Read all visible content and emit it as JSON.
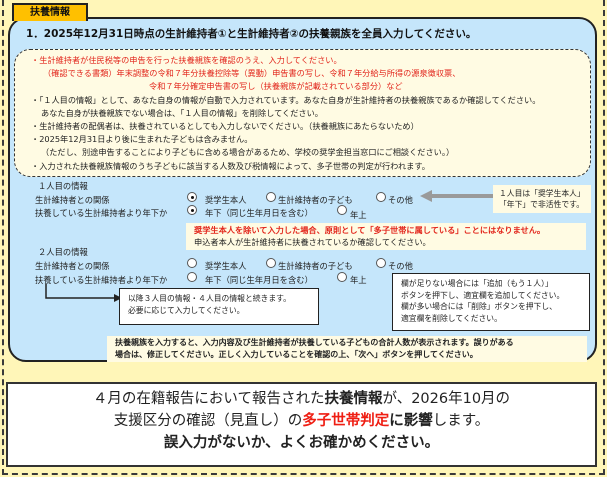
{
  "tab": {
    "label": "扶養情報"
  },
  "panel": {
    "title": "1．2025年12月31日時点の生計維持者①と生計維持者②の扶養親族を全員入力してください。"
  },
  "notes": {
    "lines": [
      "・生計維持者が住民税等の申告を行った扶養親族を確認のうえ、入力してください。",
      "（確認できる書類）年末調整の令和７年分扶養控除等（異動）申告書の写し、令和７年分給与所得の源泉徴収票、",
      "令和７年分確定申告書の写し（扶養親族が記載されている部分）など",
      "・「１人目の情報」として、あなた自身の情報が自動で入力されています。あなた自身が生計維持者の扶養親族であるか確認してください。",
      "あなた自身が扶養親族でない場合は、「１人目の情報」を削除してください。",
      "・生計維持者の配偶者は、扶養されているとしても入力しないでください。（扶養親族にあたらないため）",
      "・2025年12月31日より後に生まれた子どもは含みません。",
      "（ただし、別途申告することにより子どもに含める場合があるため、学校の奨学金担当窓口にご相談ください。）",
      "・入力された扶養親族情報のうち子どもに該当する人数及び税情報によって、多子世帯の判定が行われます。"
    ]
  },
  "person1": {
    "heading": "１人目の情報",
    "relation_label": "生計維持者との関係",
    "age_label": "扶養している生計維持者より年下か",
    "relation_options": [
      {
        "label": "奨学生本人",
        "checked": true
      },
      {
        "label": "生計維持者の子ども",
        "checked": false
      },
      {
        "label": "その他",
        "checked": false
      }
    ],
    "age_options": [
      {
        "label": "年下（同じ生年月日を含む）",
        "checked": true
      },
      {
        "label": "年上",
        "checked": false
      }
    ]
  },
  "callout1": {
    "line1": "１人目は「奨学生本人」",
    "line2": "「年下」で非活性です。"
  },
  "warning": {
    "red": "奨学生本人を除いて入力した場合、原則として「多子世帯に属している」ことにはなりません。",
    "normal": "申込者本人が生計維持者に扶養されているか確認してください。"
  },
  "person2": {
    "heading": "２人目の情報",
    "relation_label": "生計維持者との関係",
    "age_label": "扶養している生計維持者より年下か",
    "relation_options": [
      {
        "label": "奨学生本人",
        "checked": false
      },
      {
        "label": "生計維持者の子ども",
        "checked": false
      },
      {
        "label": "その他",
        "checked": false
      }
    ],
    "age_options": [
      {
        "label": "年下（同じ生年月日を含む）",
        "checked": false
      },
      {
        "label": "年上",
        "checked": false
      }
    ]
  },
  "box_continue": {
    "line1": "以降３人目の情報・４人目の情報と続きます。",
    "line2": "必要に応じて入力してください。"
  },
  "box_add": {
    "line1": "欄が足りない場合には「追加（もう１人）」",
    "line2": "ボタンを押下し、適宜欄を追加してください。",
    "line3": "欄が多い場合には「削除」ボタンを押下し、",
    "line4": "適宜欄を削除してください。"
  },
  "bottom_note": {
    "line1": "扶養親族を入力すると、入力内容及び生計維持者が扶養している子どもの合計人数が表示されます。誤りがある",
    "line2": "場合は、修正してください。正しく入力していることを確認の上、「次へ」ボタンを押してください。"
  },
  "final": {
    "l1_a": "４月の在籍報告において報告された",
    "l1_b": "扶養情報",
    "l1_c": "が、2026年10月の",
    "l2_a": "支援区分の確認（見直し）の",
    "l2_b": "多子世帯判定",
    "l2_c": "に",
    "l2_d": "影響",
    "l2_e": "します。",
    "l3": "誤入力がないか、よくお確かめください。"
  },
  "colors": {
    "background": "#fff6b8",
    "panel": "#c5e6fb",
    "tab": "#ffc000",
    "note_bg": "#fffbe3",
    "red": "#e2261c"
  }
}
